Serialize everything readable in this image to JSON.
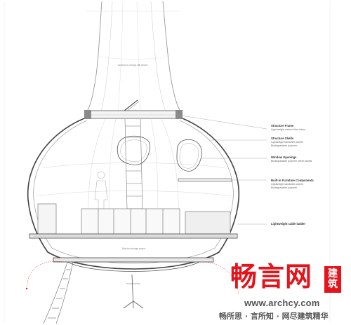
{
  "labels": {
    "access_note": "access to canopy cliff above",
    "storage_note": "Bottom storage space",
    "callouts": [
      {
        "title": "Structure Frame",
        "lines": [
          "Light weight carbon fiber tubes"
        ]
      },
      {
        "title": "Structure Shells",
        "lines": [
          "Lightweight sandwich panels",
          "Biodegradable polymer"
        ]
      },
      {
        "title": "Window Openings",
        "lines": [
          "Biodegradable polymer sheet panels"
        ]
      },
      {
        "title": "Built-in Furniture Components",
        "lines": [
          "Lightweight sandwich panels",
          "Biodegradable polymer"
        ]
      },
      {
        "title": "Lightweight cable ladder",
        "lines": []
      }
    ]
  },
  "watermark": {
    "brand": "畅言网",
    "badge": [
      "建",
      "筑"
    ],
    "url": "www.archcy.com",
    "slogan": "畅所思 · 言所知 · 网尽建筑精华"
  },
  "colors": {
    "line": "#555555",
    "faint": "#b8b8b8",
    "accent_red": "#e3141b"
  }
}
